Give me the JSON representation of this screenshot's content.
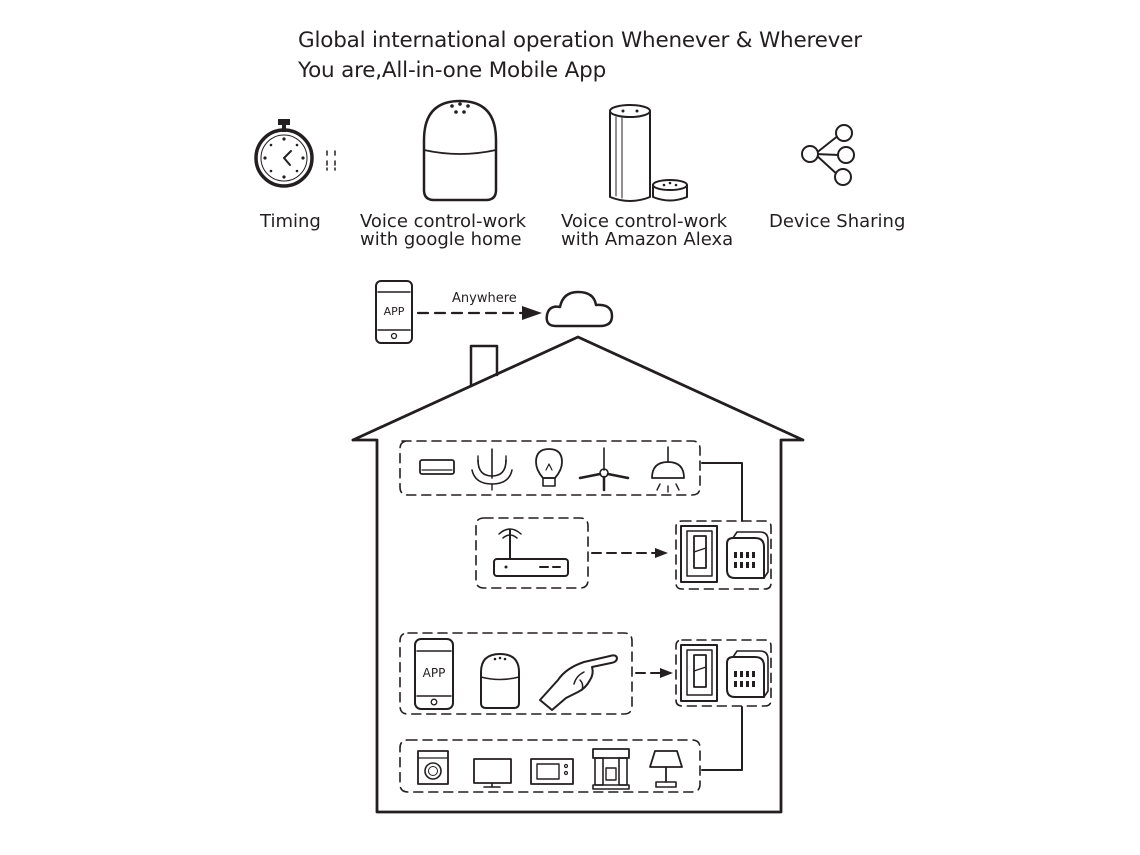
{
  "headline": {
    "line1": "Global international operation Whenever & Wherever",
    "line2": "You are,All-in-one Mobile App"
  },
  "features": [
    {
      "label_lines": [
        "Timing"
      ],
      "icon": "stopwatch-icon"
    },
    {
      "label_lines": [
        "Voice control-work",
        "with google home"
      ],
      "icon": "google-home-speaker-icon"
    },
    {
      "label_lines": [
        "Voice control-work",
        "with Amazon Alexa"
      ],
      "icon": "amazon-echo-icon"
    },
    {
      "label_lines": [
        "Device Sharing"
      ],
      "icon": "share-icon"
    }
  ],
  "connection": {
    "phone_label": "APP",
    "arrow_label": "Anywhere",
    "cloud_icon": "cloud-icon"
  },
  "house": {
    "appliances_top": [
      "air-conditioner-icon",
      "chandelier-icon",
      "light-bulb-icon",
      "ceiling-fan-icon",
      "pendant-lamp-icon"
    ],
    "router_icon": "wifi-router-icon",
    "controls": {
      "phone_label": "APP",
      "items": [
        "smartphone-icon",
        "smart-speaker-icon",
        "pointing-hand-icon"
      ]
    },
    "appliances_bottom": [
      "washing-machine-icon",
      "television-icon",
      "microwave-icon",
      "coffee-machine-icon",
      "table-lamp-icon"
    ],
    "switch_module_icon": "wall-switch-with-relay-module-icon"
  }
}
